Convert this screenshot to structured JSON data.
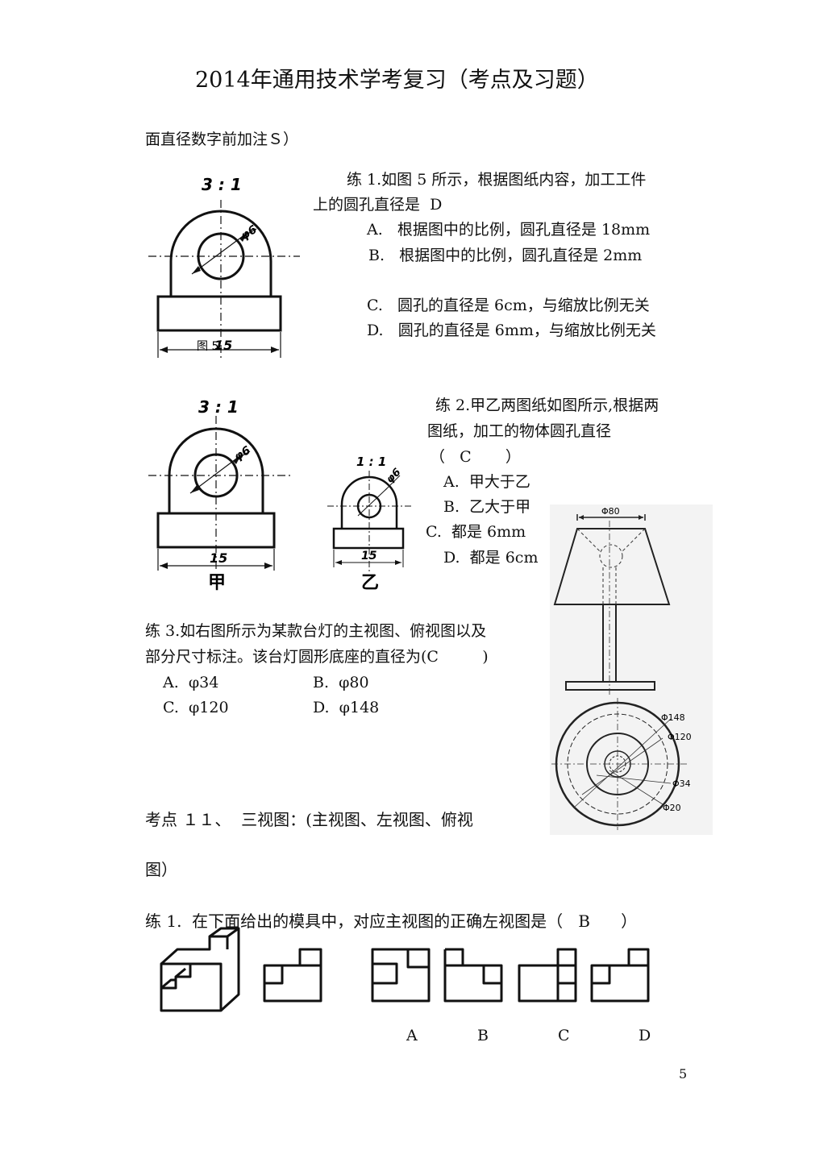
{
  "header": {
    "title": "2014年通用技术学考复习（考点及习题）"
  },
  "intro": "面直径数字前加注Ｓ）",
  "ex1": {
    "stem_line1": "练 1.如图 5 所示，根据图纸内容，加工工件",
    "stem_line2": "上的圆孔直径是  D",
    "options": [
      "A.   根据图中的比例，圆孔直径是 18mm",
      "B.   根据图中的比例，圆孔直径是 2mm",
      "C.   圆孔的直径是 6cm，与缩放比例无关",
      "D.   圆孔的直径是 6mm，与缩放比例无关"
    ],
    "figure": {
      "scale": "3 : 1",
      "diameter": "φ6",
      "width": "15",
      "caption": "图 5"
    }
  },
  "ex2": {
    "stem_line1": "练 2.甲乙两图纸如图所示,根据两",
    "stem_line2": "图纸，加工的物体圆孔直径",
    "answer": "（   C       ）",
    "options": [
      "A.  甲大于乙",
      "B.  乙大于甲",
      "C.  都是 6mm",
      "D.  都是 6cm"
    ],
    "fig_jia": {
      "scale": "3 : 1",
      "diameter": "φ6",
      "width": "15",
      "label": "甲"
    },
    "fig_yi": {
      "scale": "1 : 1",
      "diameter": "φ6",
      "width": "15",
      "label": "乙"
    }
  },
  "ex3": {
    "stem_line1": "练 3.如右图所示为某款台灯的主视图、俯视图以及",
    "stem_line2": "部分尺寸标注。该台灯圆形底座的直径为(C         )",
    "optA": "A.  φ34",
    "optB": "B.  φ80",
    "optC": "C.  φ120",
    "optD": "D.  φ148",
    "lamp": {
      "top": "Φ80",
      "d1": "Φ148",
      "d2": "Φ120",
      "d3": "Φ34",
      "d4": "Φ20"
    }
  },
  "point11": {
    "line1": "考点 １１、  三视图：(主视图、左视图、俯视",
    "line2": "图）"
  },
  "ex4": {
    "stem": "练 1.  在下面给出的模具中，对应主视图的正确左视图是（   B      ）",
    "labels": [
      "A",
      "B",
      "C",
      "D"
    ]
  },
  "footer": {
    "page_number": "5"
  }
}
